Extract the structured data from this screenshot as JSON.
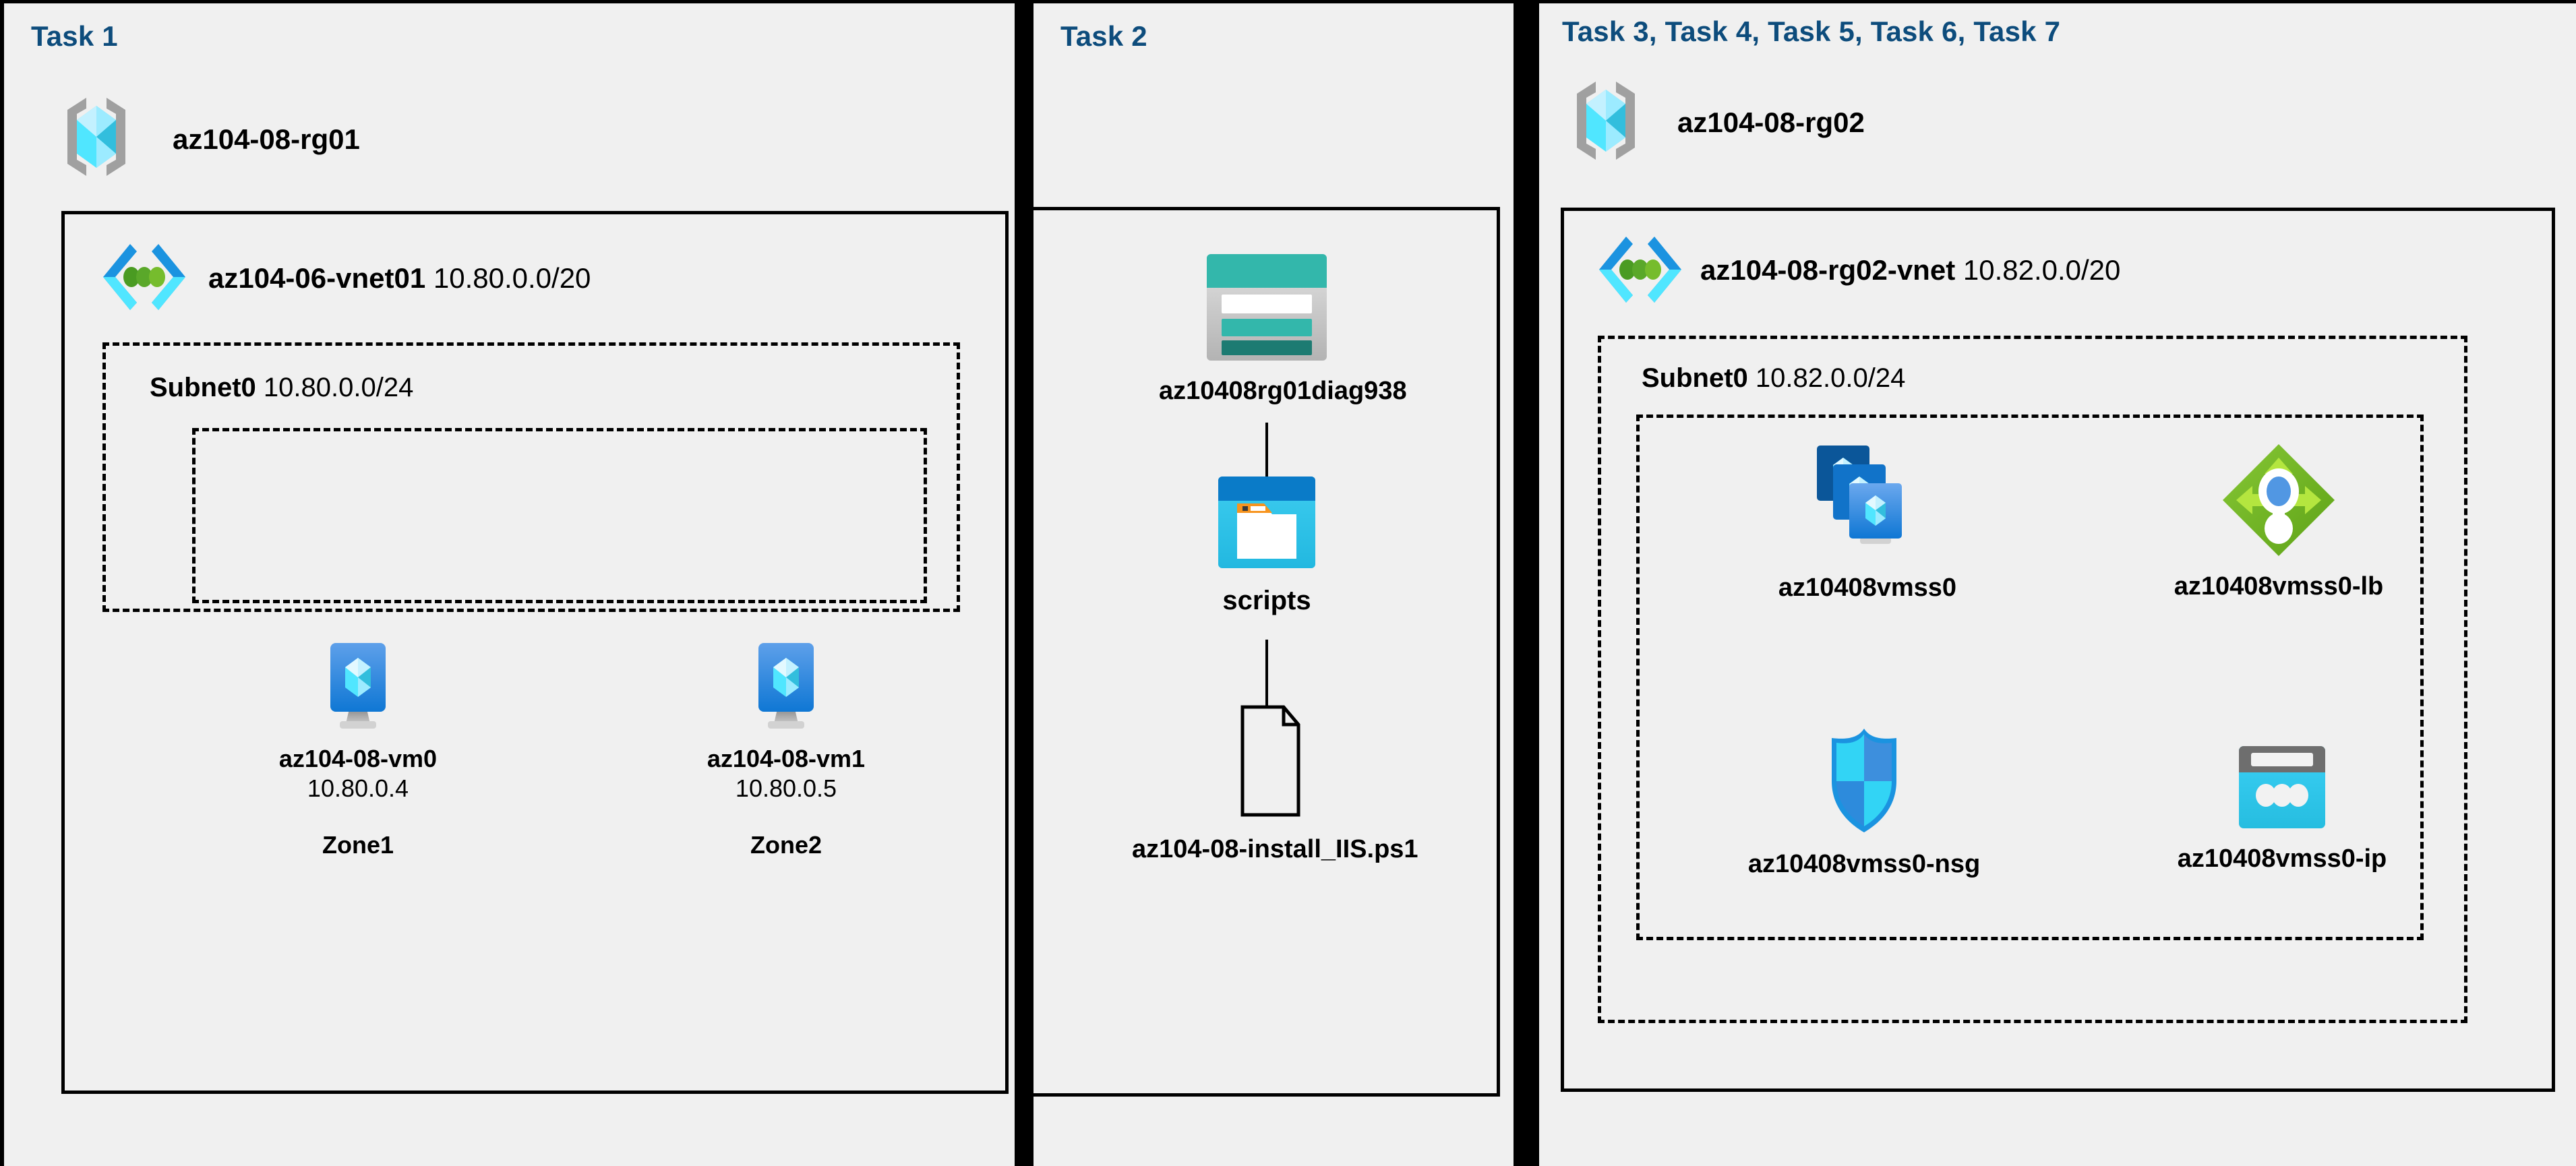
{
  "panels": [
    {
      "id": "task1",
      "title": "Task 1"
    },
    {
      "id": "task2",
      "title": "Task 2"
    },
    {
      "id": "task3",
      "title": "Task 3, Task 4, Task 5, Task 6, Task 7"
    }
  ],
  "colors": {
    "task_title": "#0d4c7c",
    "background": "#f0f0f0",
    "border": "#000000",
    "vm_blue": "#2f7ed0",
    "vnet_blue": "#0f86d8",
    "vnet_green": "#5a9e2f",
    "storage_teal": "#33b7ab",
    "container_blue": "#0a7bc8",
    "lb_green": "#76bc2d",
    "nsg_blue": "#32bef0",
    "ip_cyan": "#32c5f4",
    "rg_cube": "#50e6ff"
  },
  "task1": {
    "resource_group": {
      "name": "az104-08-rg01",
      "icon": "resource-group-icon"
    },
    "vnet": {
      "name": "az104-06-vnet01",
      "cidr": "10.80.0.0/20",
      "icon": "virtual-network-icon"
    },
    "subnet": {
      "name": "Subnet0",
      "cidr": "10.80.0.0/24"
    },
    "vms": [
      {
        "name": "az104-08-vm0",
        "ip": "10.80.0.4",
        "zone": "Zone1",
        "icon": "virtual-machine-icon"
      },
      {
        "name": "az104-08-vm1",
        "ip": "10.80.0.5",
        "zone": "Zone2",
        "icon": "virtual-machine-icon"
      }
    ]
  },
  "task2": {
    "storage_account": {
      "name": "az10408rg01diag938",
      "icon": "storage-account-icon"
    },
    "container": {
      "name": "scripts",
      "icon": "blob-container-icon"
    },
    "file": {
      "name": "az104-08-install_IIS.ps1",
      "icon": "file-icon"
    }
  },
  "task3": {
    "resource_group": {
      "name": "az104-08-rg02",
      "icon": "resource-group-icon"
    },
    "vnet": {
      "name": "az104-08-rg02-vnet",
      "cidr": "10.82.0.0/20",
      "icon": "virtual-network-icon"
    },
    "subnet": {
      "name": "Subnet0",
      "cidr": "10.82.0.0/24"
    },
    "resources": [
      {
        "name": "az10408vmss0",
        "icon": "vm-scale-set-icon"
      },
      {
        "name": "az10408vmss0-lb",
        "icon": "load-balancer-icon"
      },
      {
        "name": "az10408vmss0-nsg",
        "icon": "network-security-group-icon"
      },
      {
        "name": "az10408vmss0-ip",
        "icon": "public-ip-address-icon"
      }
    ]
  }
}
